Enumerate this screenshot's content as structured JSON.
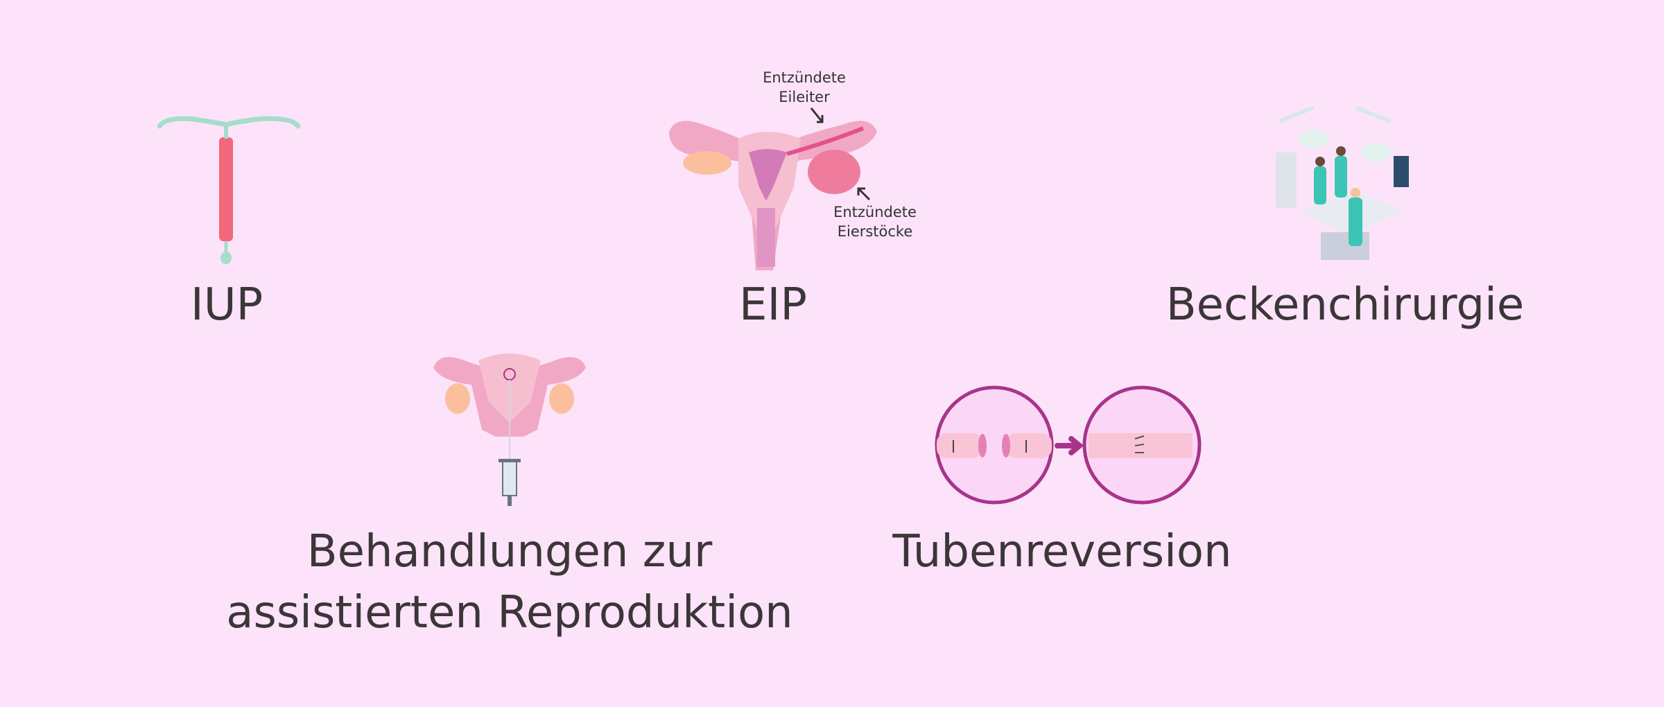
{
  "items": [
    {
      "label": "IUP",
      "icon": "iud-icon"
    },
    {
      "label": "EIP",
      "icon": "inflamed-uterus-icon",
      "annotations": {
        "tubes": [
          "Entzündete",
          "Eileiter"
        ],
        "ovaries": [
          "Entzündete",
          "Eierstöcke"
        ]
      }
    },
    {
      "label": "Beckenchirurgie",
      "icon": "surgery-icon"
    },
    {
      "label_lines": [
        "Behandlungen zur",
        "assistierten Reproduktion"
      ],
      "icon": "uterus-syringe-icon"
    },
    {
      "label": "Tubenreversion",
      "icon": "tubal-reversal-icon"
    }
  ],
  "colors": {
    "background": "#fde3f9",
    "accent": "#a8348a",
    "text": "#3b3638"
  }
}
